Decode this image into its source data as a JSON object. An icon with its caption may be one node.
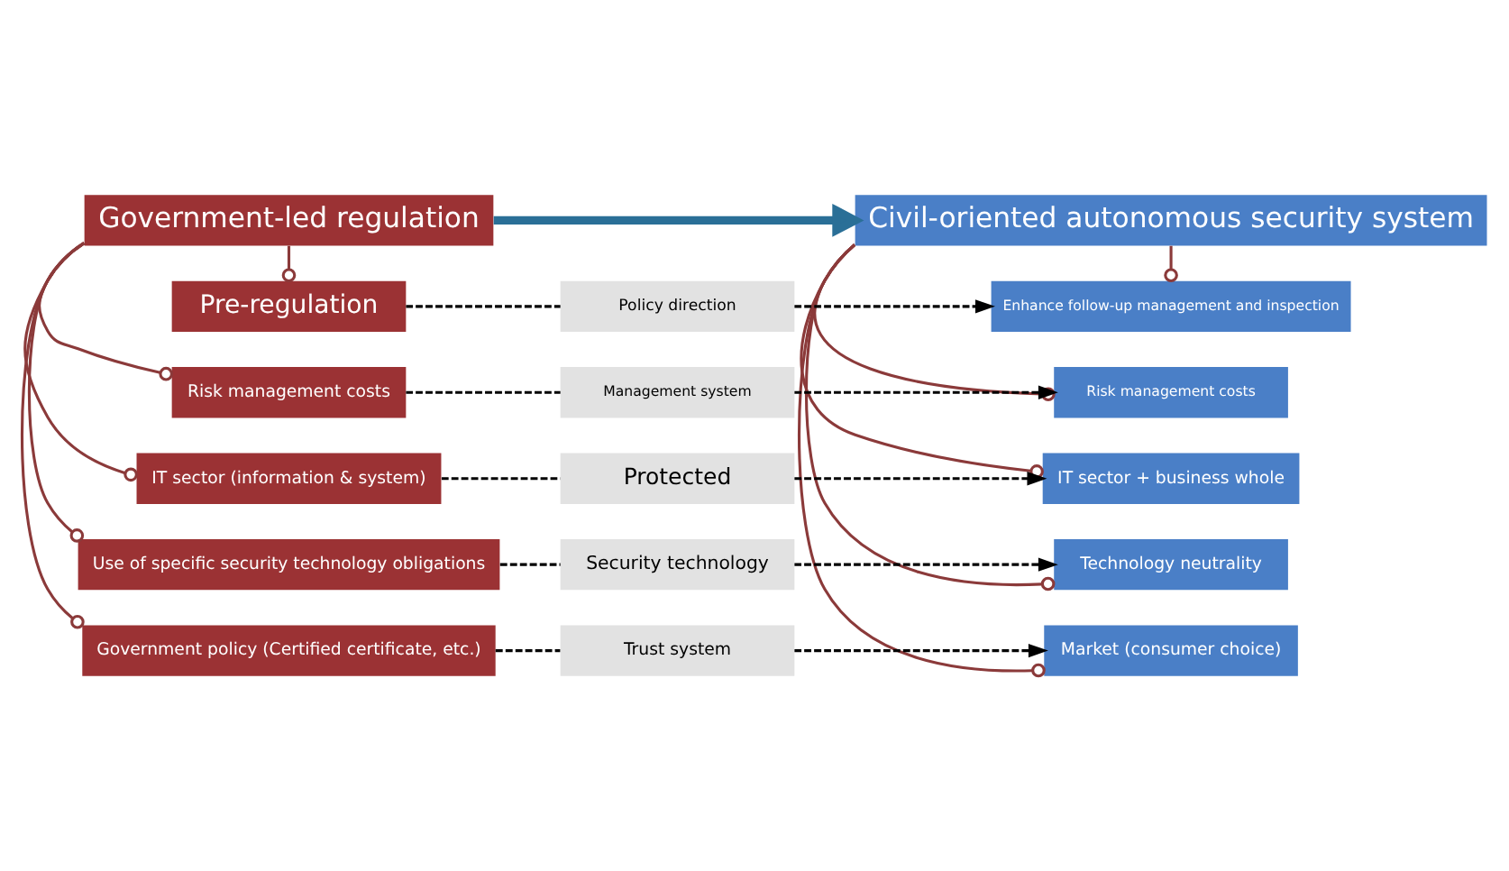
{
  "diagram": {
    "nodes": [
      {
        "text": [
          "Government-led regulation"
        ]
      },
      {
        "text": [
          "Civil-oriented autonomous security system"
        ]
      },
      {
        "text": [
          "Pre-regulation"
        ]
      },
      {
        "text": [
          "Policy direction"
        ]
      },
      {
        "text": [
          "Enhance follow-up management and inspection"
        ]
      },
      {
        "text": [
          "Risk management costs"
        ]
      },
      {
        "text": [
          "Management system"
        ]
      },
      {
        "text": [
          "Risk management costs"
        ]
      },
      {
        "text": [
          "IT sector (information & system)"
        ]
      },
      {
        "text": [
          "Protected"
        ]
      },
      {
        "text": [
          "IT sector + business whole"
        ]
      },
      {
        "text": [
          "Use of specific security technology obligations"
        ]
      },
      {
        "text": [
          "Security technology"
        ]
      },
      {
        "text": [
          "Technology neutrality"
        ]
      },
      {
        "text": [
          "Government policy (Certified certificate, etc.)"
        ]
      },
      {
        "text": [
          "Trust system"
        ]
      },
      {
        "text": [
          "Market (consumer choice)"
        ]
      }
    ],
    "edges": [
      {
        "from": 0,
        "to": 1,
        "arrow": "to",
        "style": "thick",
        "color": "#2a6f97"
      },
      {
        "from": 0,
        "to": 2,
        "arrow": "other",
        "color": "#8b3a3a"
      },
      {
        "from": 0,
        "to": 5,
        "arrow": "other",
        "color": "#8b3a3a"
      },
      {
        "from": 0,
        "to": 8,
        "arrow": "other",
        "color": "#8b3a3a"
      },
      {
        "from": 0,
        "to": 11,
        "arrow": "other",
        "color": "#8b3a3a"
      },
      {
        "from": 0,
        "to": 14,
        "arrow": "other",
        "color": "#8b3a3a"
      },
      {
        "from": 1,
        "to": 4,
        "arrow": "other",
        "color": "#8b3a3a"
      },
      {
        "from": 1,
        "to": 7,
        "arrow": "other",
        "color": "#8b3a3a"
      },
      {
        "from": 1,
        "to": 10,
        "arrow": "other",
        "color": "#8b3a3a"
      },
      {
        "from": 1,
        "to": 13,
        "arrow": "other",
        "color": "#8b3a3a"
      },
      {
        "from": 1,
        "to": 16,
        "arrow": "other",
        "color": "#8b3a3a"
      },
      {
        "from": 2,
        "to": 3,
        "arrow": "none",
        "style": "dashed",
        "color": "#000000"
      },
      {
        "from": 3,
        "to": 4,
        "arrow": "to",
        "style": "dashed",
        "color": "#000000"
      },
      {
        "from": 5,
        "to": 6,
        "arrow": "none",
        "style": "dashed",
        "color": "#000000"
      },
      {
        "from": 6,
        "to": 7,
        "arrow": "to",
        "style": "dashed",
        "color": "#000000"
      },
      {
        "from": 8,
        "to": 9,
        "arrow": "none",
        "style": "dashed",
        "color": "#000000"
      },
      {
        "from": 9,
        "to": 10,
        "arrow": "to",
        "style": "dashed",
        "color": "#000000"
      },
      {
        "from": 11,
        "to": 12,
        "arrow": "none",
        "style": "dashed",
        "color": "#000000"
      },
      {
        "from": 12,
        "to": 13,
        "arrow": "to",
        "style": "dashed",
        "color": "#000000"
      },
      {
        "from": 14,
        "to": 15,
        "arrow": "none",
        "style": "dashed",
        "color": "#000000"
      },
      {
        "from": 15,
        "to": 16,
        "arrow": "to",
        "style": "dashed",
        "color": "#000000"
      }
    ]
  }
}
